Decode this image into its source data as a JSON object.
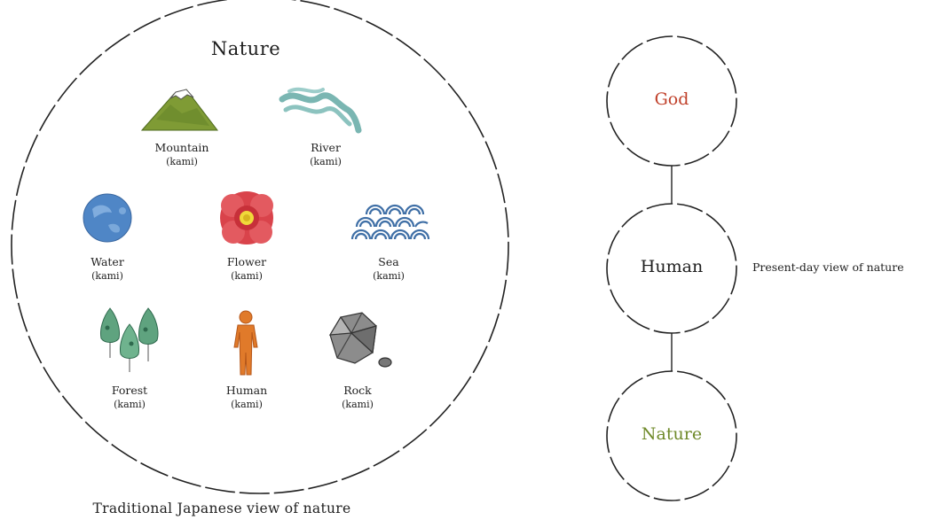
{
  "traditional": {
    "title": "Nature",
    "caption": "Traditional Japanese view of nature",
    "items": [
      {
        "label": "Mountain",
        "sub": "(kami)",
        "icon": "mountain-icon"
      },
      {
        "label": "River",
        "sub": "(kami)",
        "icon": "river-icon"
      },
      {
        "label": "Water",
        "sub": "(kami)",
        "icon": "water-drop-icon"
      },
      {
        "label": "Flower",
        "sub": "(kami)",
        "icon": "flower-icon"
      },
      {
        "label": "Sea",
        "sub": "(kami)",
        "icon": "sea-waves-icon"
      },
      {
        "label": "Forest",
        "sub": "(kami)",
        "icon": "forest-icon"
      },
      {
        "label": "Human",
        "sub": "(kami)",
        "icon": "human-figure-icon"
      },
      {
        "label": "Rock",
        "sub": "(kami)",
        "icon": "rock-icon"
      }
    ]
  },
  "present_day": {
    "nodes": [
      {
        "label": "God",
        "color": "#c0402a"
      },
      {
        "label": "Human",
        "color": "#1f1f1f"
      },
      {
        "label": "Nature",
        "color": "#6f8a2a"
      }
    ],
    "side_label": "Present-day view of nature"
  }
}
